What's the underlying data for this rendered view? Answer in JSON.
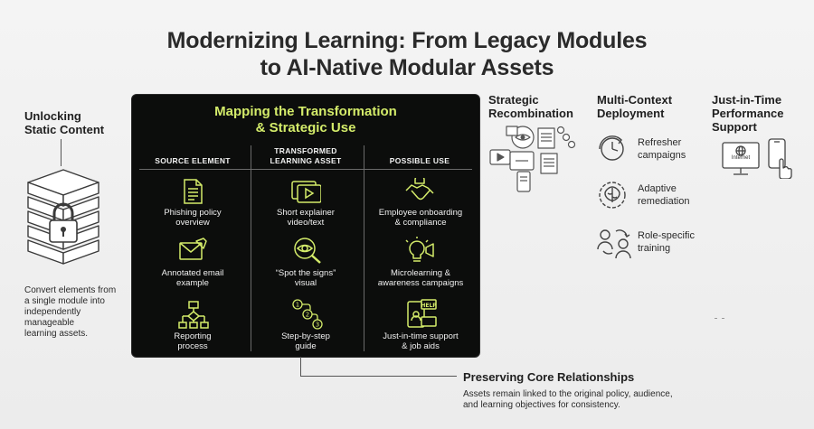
{
  "title": {
    "line1": "Modernizing Learning: From Legacy Modules",
    "line2": "to AI-Native Modular Assets"
  },
  "unlocking": {
    "heading_line1": "Unlocking",
    "heading_line2": "Static Content",
    "desc_lines": [
      "Convert elements from",
      "a single module into",
      "independently",
      "manageable",
      "learning assets."
    ]
  },
  "panel": {
    "title_line1": "Mapping the Transformation",
    "title_line2": "& Strategic Use",
    "columns": [
      {
        "lines": [
          "SOURCE ELEMENT"
        ]
      },
      {
        "lines": [
          "TRANSFORMED",
          "LEARNING ASSET"
        ]
      },
      {
        "lines": [
          "POSSIBLE USE"
        ]
      }
    ],
    "rows": [
      {
        "source": {
          "icon": "document-icon",
          "lines": [
            "Phishing policy",
            "overview"
          ]
        },
        "asset": {
          "icon": "video-play-icon",
          "lines": [
            "Short explainer",
            "video/text"
          ]
        },
        "use": {
          "icon": "handshake-icon",
          "lines": [
            "Employee onboarding",
            "& compliance"
          ]
        }
      },
      {
        "source": {
          "icon": "email-edit-icon",
          "lines": [
            "Annotated email",
            "example"
          ]
        },
        "asset": {
          "icon": "magnifier-eye-icon",
          "lines": [
            "“Spot the signs”",
            "visual"
          ]
        },
        "use": {
          "icon": "lightbulb-megaphone-icon",
          "lines": [
            "Microlearning &",
            "awareness campaigns"
          ]
        }
      },
      {
        "source": {
          "icon": "flowchart-icon",
          "lines": [
            "Reporting",
            "process"
          ]
        },
        "asset": {
          "icon": "numbered-steps-icon",
          "lines": [
            "Step-by-step",
            "guide"
          ]
        },
        "use": {
          "icon": "help-phone-icon",
          "lines": [
            "Just-in-time support",
            "& job aids"
          ]
        }
      }
    ]
  },
  "preserving": {
    "heading": "Preserving Core Relationships",
    "desc_line1": "Assets remain linked to the original policy, audience,",
    "desc_line2": "and learning objectives for consistency."
  },
  "strategic": {
    "heading_line1": "Strategic",
    "heading_line2": "Recombination"
  },
  "multi_context": {
    "heading_line1": "Multi-Context",
    "heading_line2": "Deployment",
    "items": [
      {
        "icon": "clock-refresh-icon",
        "lines": [
          "Refresher",
          "campaigns"
        ]
      },
      {
        "icon": "brain-gear-icon",
        "lines": [
          "Adaptive",
          "remediation"
        ]
      },
      {
        "icon": "people-roles-icon",
        "lines": [
          "Role-specific",
          "training"
        ]
      }
    ]
  },
  "jit": {
    "heading_line1": "Just-in-Time",
    "heading_line2": "Performance",
    "heading_line3": "Support",
    "monitor_text": "Internet"
  },
  "colors": {
    "accent": "#d4ec6a",
    "panel_bg": "#0c0d0c",
    "text": "#1e1e1e"
  }
}
